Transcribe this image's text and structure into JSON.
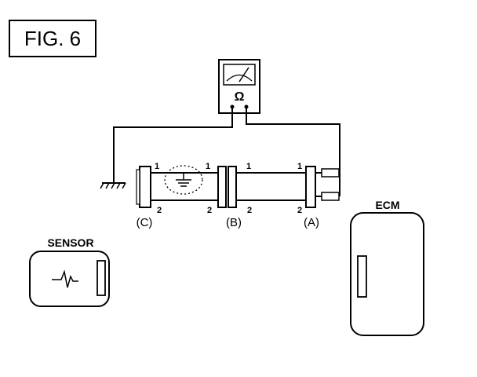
{
  "figure": {
    "label": "FIG. 6"
  },
  "meter": {
    "unit_symbol": "Ω",
    "icon": "ohmmeter-icon"
  },
  "connectors": {
    "c": {
      "label": "(C)",
      "pin1": "1",
      "pin2": "2"
    },
    "b": {
      "label": "(B)",
      "pin1_left": "1",
      "pin2_left": "2",
      "pin1_right": "1",
      "pin2_right": "2"
    },
    "a": {
      "label": "(A)",
      "pin1": "1",
      "pin2": "2"
    }
  },
  "sensor": {
    "label": "SENSOR"
  },
  "ecm": {
    "label": "ECM"
  },
  "icons": [
    "ohmmeter-icon",
    "ground-symbol-icon",
    "waveform-icon"
  ]
}
